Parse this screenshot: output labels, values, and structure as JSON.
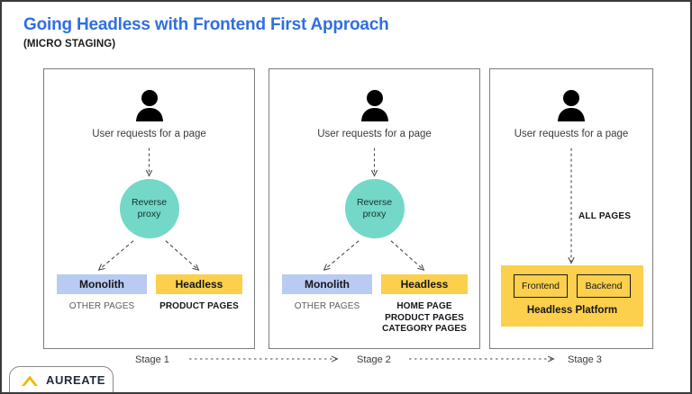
{
  "header": {
    "title": "Going Headless with Frontend First Approach",
    "subtitle": "(MICRO STAGING)"
  },
  "colors": {
    "title_blue": "#2f6fe0",
    "proxy_teal": "#73d8c8",
    "monolith_blue": "#b9cbf2",
    "headless_yellow": "#fccf4d",
    "logo_yellow": "#f2b900",
    "logo_navy": "#232c3d"
  },
  "panels": [
    {
      "id": "stage-1",
      "user_label": "User requests for a page",
      "proxy_line1": "Reverse",
      "proxy_line2": "proxy",
      "monolith_label": "Monolith",
      "monolith_note": "OTHER PAGES",
      "headless_label": "Headless",
      "headless_note": "PRODUCT PAGES"
    },
    {
      "id": "stage-2",
      "user_label": "User requests for a page",
      "proxy_line1": "Reverse",
      "proxy_line2": "proxy",
      "monolith_label": "Monolith",
      "monolith_note": "OTHER PAGES",
      "headless_label": "Headless",
      "headless_note_line1": "HOME PAGE",
      "headless_note_line2": "PRODUCT PAGES",
      "headless_note_line3": "CATEGORY PAGES"
    },
    {
      "id": "stage-3",
      "user_label": "User requests for a page",
      "flow_label": "ALL PAGES",
      "frontend_label": "Frontend",
      "backend_label": "Backend",
      "platform_label": "Headless Platform"
    }
  ],
  "stages": {
    "stage_1": "Stage 1",
    "stage_2": "Stage 2",
    "stage_3": "Stage 3"
  },
  "footer": {
    "brand": "AUREATE"
  }
}
